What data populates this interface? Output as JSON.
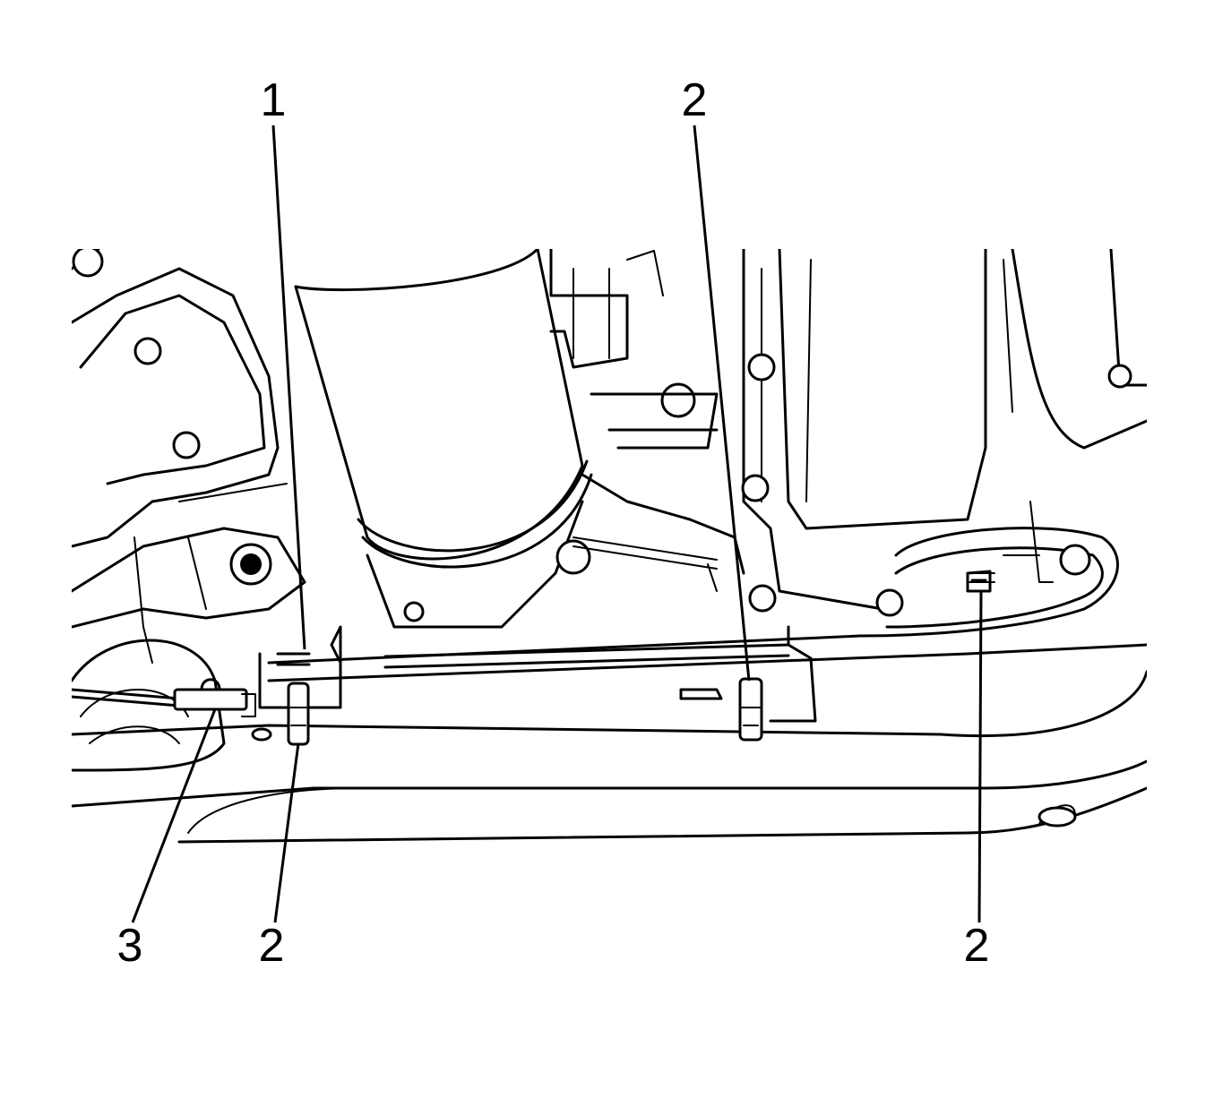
{
  "callouts": {
    "c1": "1",
    "c2_top": "2",
    "c3": "3",
    "c2_bottom_left": "2",
    "c2_bottom_right": "2"
  },
  "colors": {
    "line": "#000000",
    "background": "#ffffff"
  }
}
